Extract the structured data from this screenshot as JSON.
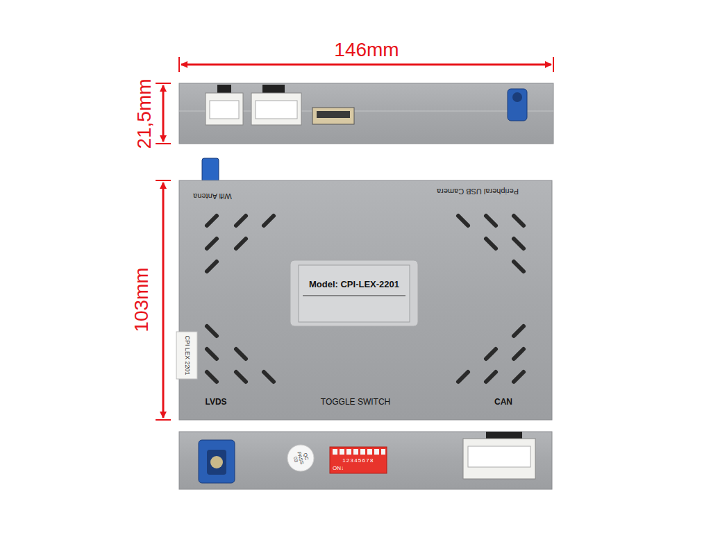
{
  "diagram": {
    "labels": [
      "146mm",
      "21,5mm",
      "Wifi Antena",
      "Peripheral USB Camera",
      "103mm",
      "Model: CPI-LEX-2201",
      "CPI LEX 2201",
      "LVDS",
      "TOGGLE SWITCH",
      "CAN",
      "QC PASS 03",
      "1 2 3 4 5 6 7 8",
      "ON↓"
    ]
  }
}
